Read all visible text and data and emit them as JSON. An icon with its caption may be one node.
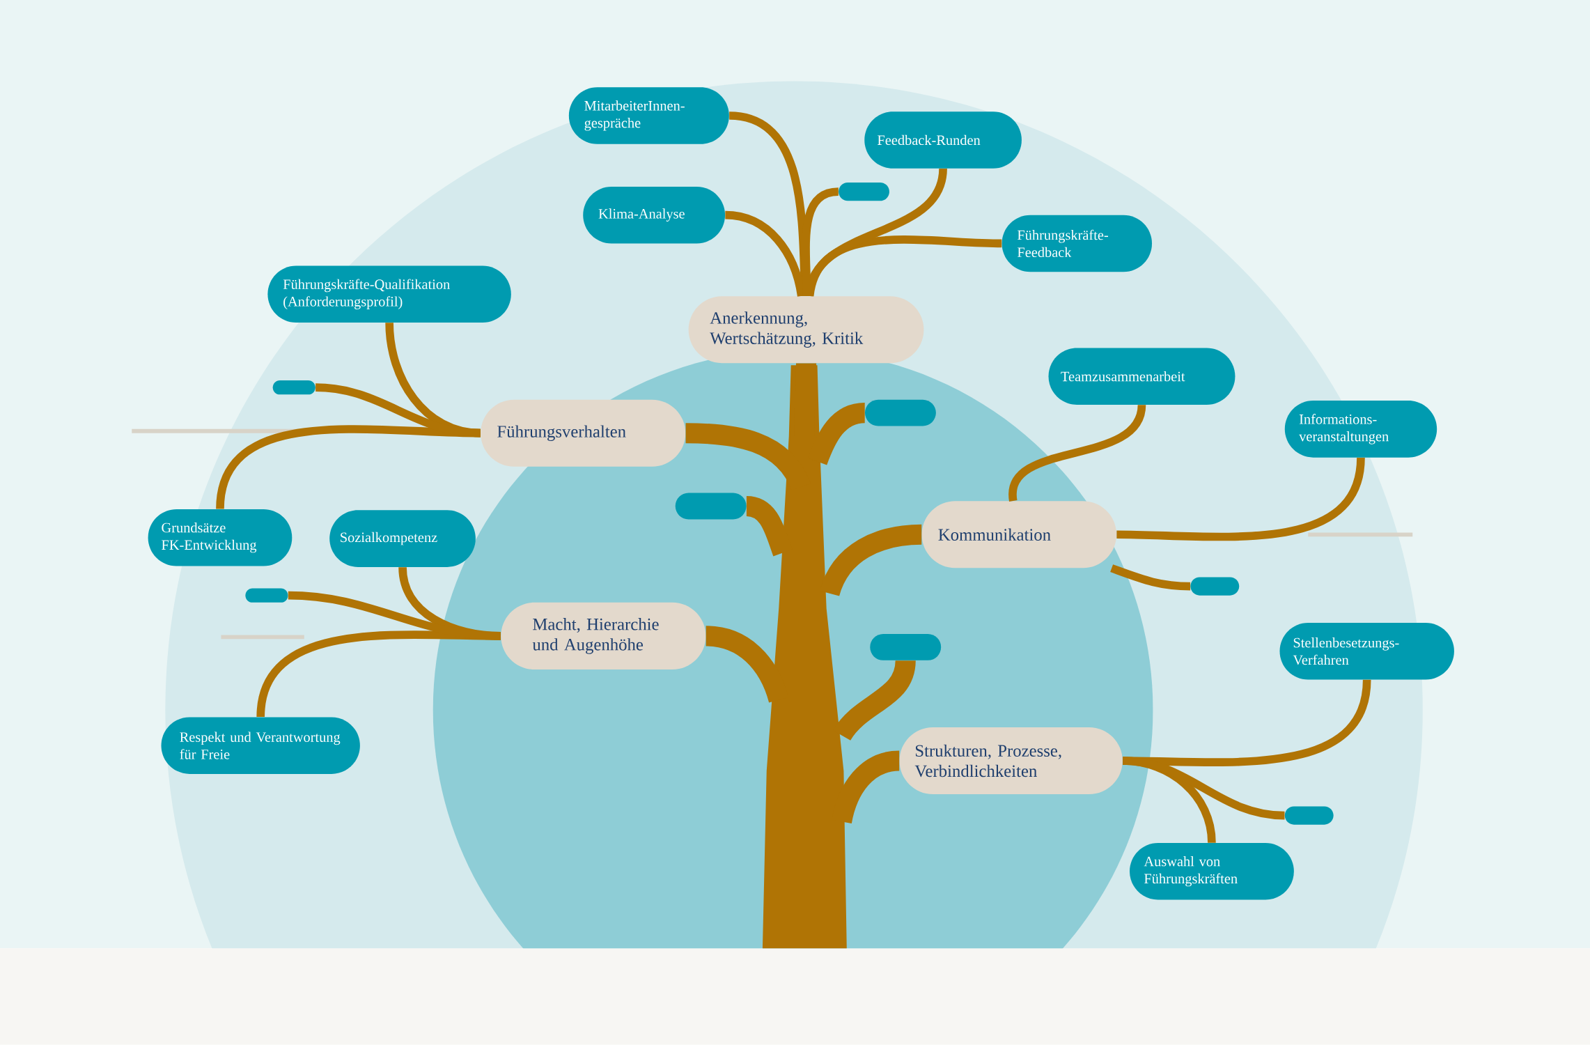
{
  "diagram": {
    "nodes": [
      {
        "text": [
          "Anerkennung, Wertschätzung, Kritik"
        ]
      },
      {
        "text": [
          "Führungsverhalten"
        ]
      },
      {
        "text": [
          "Kommunikation"
        ]
      },
      {
        "text": [
          "Macht, Hierarchie und Augenhöhe"
        ]
      },
      {
        "text": [
          "Strukturen, Prozesse, Verbindlichkeiten"
        ]
      },
      {
        "text": [
          "MitarbeiterInnen-gespräche"
        ]
      },
      {
        "text": [
          "Feedback-Runden"
        ]
      },
      {
        "text": [
          "Klima-Analyse"
        ]
      },
      {
        "text": [
          "Führungskräfte-Feedback"
        ]
      },
      {
        "text": [
          "Führungskräfte-Qualifikation (Anforderungsprofil)"
        ]
      },
      {
        "text": [
          "Teamzusammenarbeit"
        ]
      },
      {
        "text": [
          "Informations-veranstaltungen"
        ]
      },
      {
        "text": [
          "Grundsätze FK-Entwicklung"
        ]
      },
      {
        "text": [
          "Sozialkompetenz"
        ]
      },
      {
        "text": [
          "Stellenbesetzungs-Verfahren"
        ]
      },
      {
        "text": [
          "Respekt und Verantwortung für Freie"
        ]
      },
      {
        "text": [
          "Auswahl von Führungskräften"
        ]
      },
      {
        "text": [],
        "shape": "box"
      },
      {
        "text": [],
        "shape": "box"
      },
      {
        "text": [],
        "shape": "box"
      },
      {
        "text": [],
        "shape": "box"
      },
      {
        "text": [],
        "shape": "box"
      },
      {
        "text": [],
        "shape": "box"
      },
      {
        "text": [],
        "shape": "box"
      },
      {
        "text": [],
        "shape": "box"
      }
    ],
    "edges": [
      {
        "from": 0,
        "to": 5,
        "arrow": "none"
      },
      {
        "from": 0,
        "to": 7,
        "arrow": "none"
      },
      {
        "from": 0,
        "to": 8,
        "arrow": "none"
      },
      {
        "from": 0,
        "to": 6,
        "arrow": "none"
      },
      {
        "from": 0,
        "to": 17,
        "arrow": "none"
      },
      {
        "from": 1,
        "to": 9,
        "arrow": "none"
      },
      {
        "from": 1,
        "to": 12,
        "arrow": "none"
      },
      {
        "from": 1,
        "to": 18,
        "arrow": "none"
      },
      {
        "from": 2,
        "to": 10,
        "arrow": "none"
      },
      {
        "from": 2,
        "to": 11,
        "arrow": "none"
      },
      {
        "from": 2,
        "to": 22,
        "arrow": "none"
      },
      {
        "from": 3,
        "to": 13,
        "arrow": "none"
      },
      {
        "from": 3,
        "to": 15,
        "arrow": "none"
      },
      {
        "from": 3,
        "to": 21,
        "arrow": "none"
      },
      {
        "from": 4,
        "to": 14,
        "arrow": "none"
      },
      {
        "from": 4,
        "to": 16,
        "arrow": "none"
      },
      {
        "from": 4,
        "to": 24,
        "arrow": "none"
      },
      {
        "from": null,
        "to": 0,
        "arrow": "none",
        "style": "thick"
      },
      {
        "from": null,
        "to": 1,
        "arrow": "none",
        "style": "thick"
      },
      {
        "from": null,
        "to": 2,
        "arrow": "none",
        "style": "thick"
      },
      {
        "from": null,
        "to": 3,
        "arrow": "none",
        "style": "thick"
      },
      {
        "from": null,
        "to": 4,
        "arrow": "none",
        "style": "thick"
      },
      {
        "from": null,
        "to": 19,
        "arrow": "none",
        "style": "thick"
      },
      {
        "from": null,
        "to": 20,
        "arrow": "none",
        "style": "thick"
      },
      {
        "from": null,
        "to": 23,
        "arrow": "none",
        "style": "thick"
      }
    ]
  }
}
